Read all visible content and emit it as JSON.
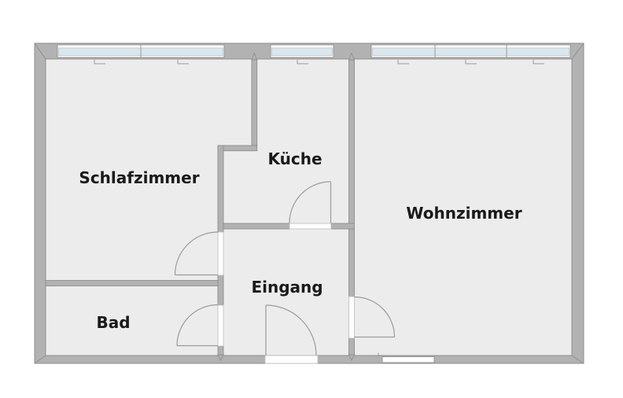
{
  "floorplan": {
    "rooms": [
      {
        "id": "schlafzimmer",
        "label": "Schlafzimmer"
      },
      {
        "id": "kueche",
        "label": "Küche"
      },
      {
        "id": "wohnzimmer",
        "label": "Wohnzimmer"
      },
      {
        "id": "eingang",
        "label": "Eingang"
      },
      {
        "id": "bad",
        "label": "Bad"
      }
    ],
    "doors": [
      {
        "id": "kueche-door",
        "between": "Küche / Eingang"
      },
      {
        "id": "schlafzimmer-door",
        "between": "Schlafzimmer / Eingang"
      },
      {
        "id": "bad-door",
        "between": "Bad / Eingang"
      },
      {
        "id": "wohnzimmer-door",
        "between": "Wohnzimmer / Eingang"
      },
      {
        "id": "entry-door",
        "between": "Eingang / outside"
      }
    ],
    "windows": {
      "top_panes": 6,
      "bottom_panes": 1
    },
    "colors": {
      "background": "#ffffff",
      "floor": "#ececec",
      "wall": "#b2b2b2",
      "wall_outline": "#8f8f8f",
      "window_glass": "#dbe7ec",
      "window_frame": "#fdfdfd",
      "door_stroke": "#9b9b9b",
      "label_text": "#1a1a1a"
    }
  }
}
